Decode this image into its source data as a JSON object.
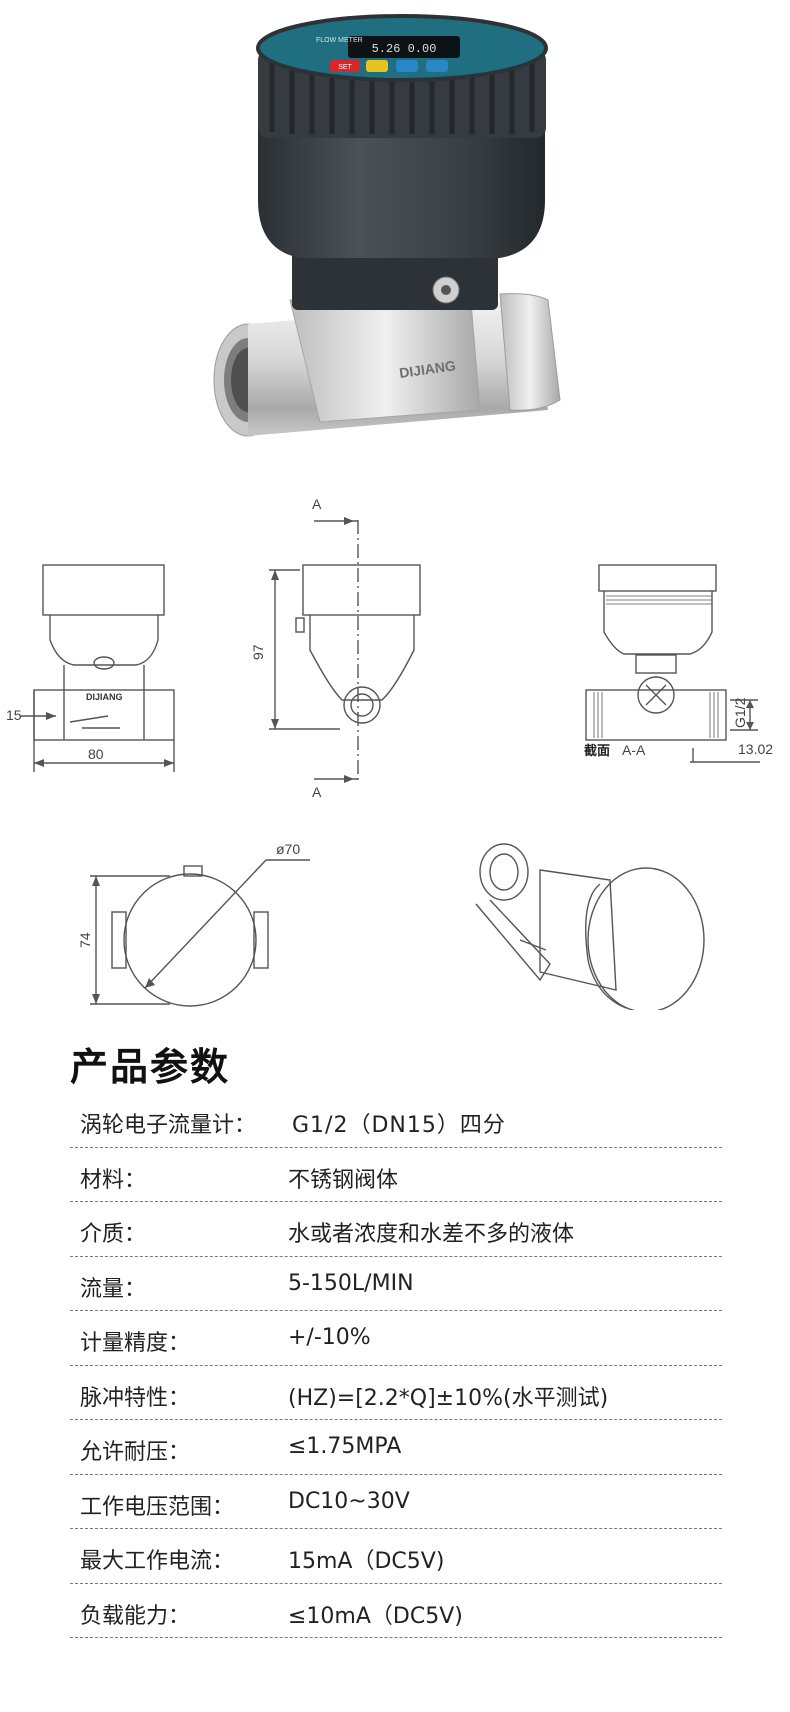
{
  "product_photo": {
    "brand_engraving": "DIJIANG",
    "display": {
      "label": "FLOW METER",
      "buttons": [
        "SET",
        "",
        "",
        ""
      ]
    },
    "colors": {
      "housing": "#3c4348",
      "body": "#d9d9d9",
      "screen": "#1f6f80",
      "btn_red": "#d8262a",
      "btn_yellow": "#e8c21f",
      "btn_blue": "#2b86c9"
    }
  },
  "drawings": {
    "section_marker_top": "A",
    "section_marker_bottom": "A",
    "dim_height": "97",
    "dim_width": "80",
    "dim_offset": "15",
    "section_label": "截面",
    "section_name": "A-A",
    "thread": "G1/2",
    "thread_depth": "13.02",
    "front_logo": "DIJIANG",
    "dim_diameter": "ø70",
    "dim_74": "74"
  },
  "params": {
    "title": "产品参数",
    "rows": [
      {
        "label": "涡轮电子流量计：",
        "value": "G1/2（DN15）四分"
      },
      {
        "label": "材料：",
        "value": "不锈钢阀体"
      },
      {
        "label": "介质：",
        "value": "水或者浓度和水差不多的液体"
      },
      {
        "label": "流量：",
        "value": "5-150L/MIN"
      },
      {
        "label": "计量精度：",
        "value": "+/-10%"
      },
      {
        "label": "脉冲特性：",
        "value": "(HZ)=[2.2*Q]±10%(水平测试)"
      },
      {
        "label": "允许耐压：",
        "value": "≤1.75MPA"
      },
      {
        "label": "工作电压范围：",
        "value": "DC10~30V"
      },
      {
        "label": "最大工作电流：",
        "value": "15mA（DC5V)"
      },
      {
        "label": "负载能力：",
        "value": "≤10mA（DC5V)"
      }
    ]
  }
}
